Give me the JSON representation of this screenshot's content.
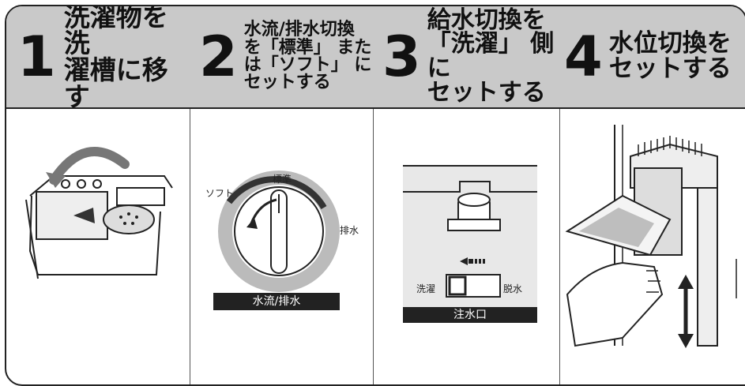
{
  "steps": [
    {
      "number": "1",
      "title_lines": [
        "洗濯物を洗",
        "濯槽に移す"
      ]
    },
    {
      "number": "2",
      "title_lines": [
        "水流/排水切換",
        "を「標準」 また",
        "は「ソフト」 に",
        "セットする"
      ]
    },
    {
      "number": "3",
      "title_lines": [
        "給水切換を",
        "「洗濯」 側に",
        "セットする"
      ]
    },
    {
      "number": "4",
      "title_lines": [
        "水位切換を",
        "セットする"
      ]
    }
  ],
  "dial": {
    "label_soft": "ソフト",
    "label_standard": "標準",
    "label_drain": "排水",
    "caption": "水流/排水"
  },
  "switch": {
    "label_wash": "洗濯",
    "label_spin": "脱水",
    "caption": "注水口"
  },
  "colors": {
    "header_bg": "#c9c9c9",
    "caption_bg": "#222222"
  }
}
